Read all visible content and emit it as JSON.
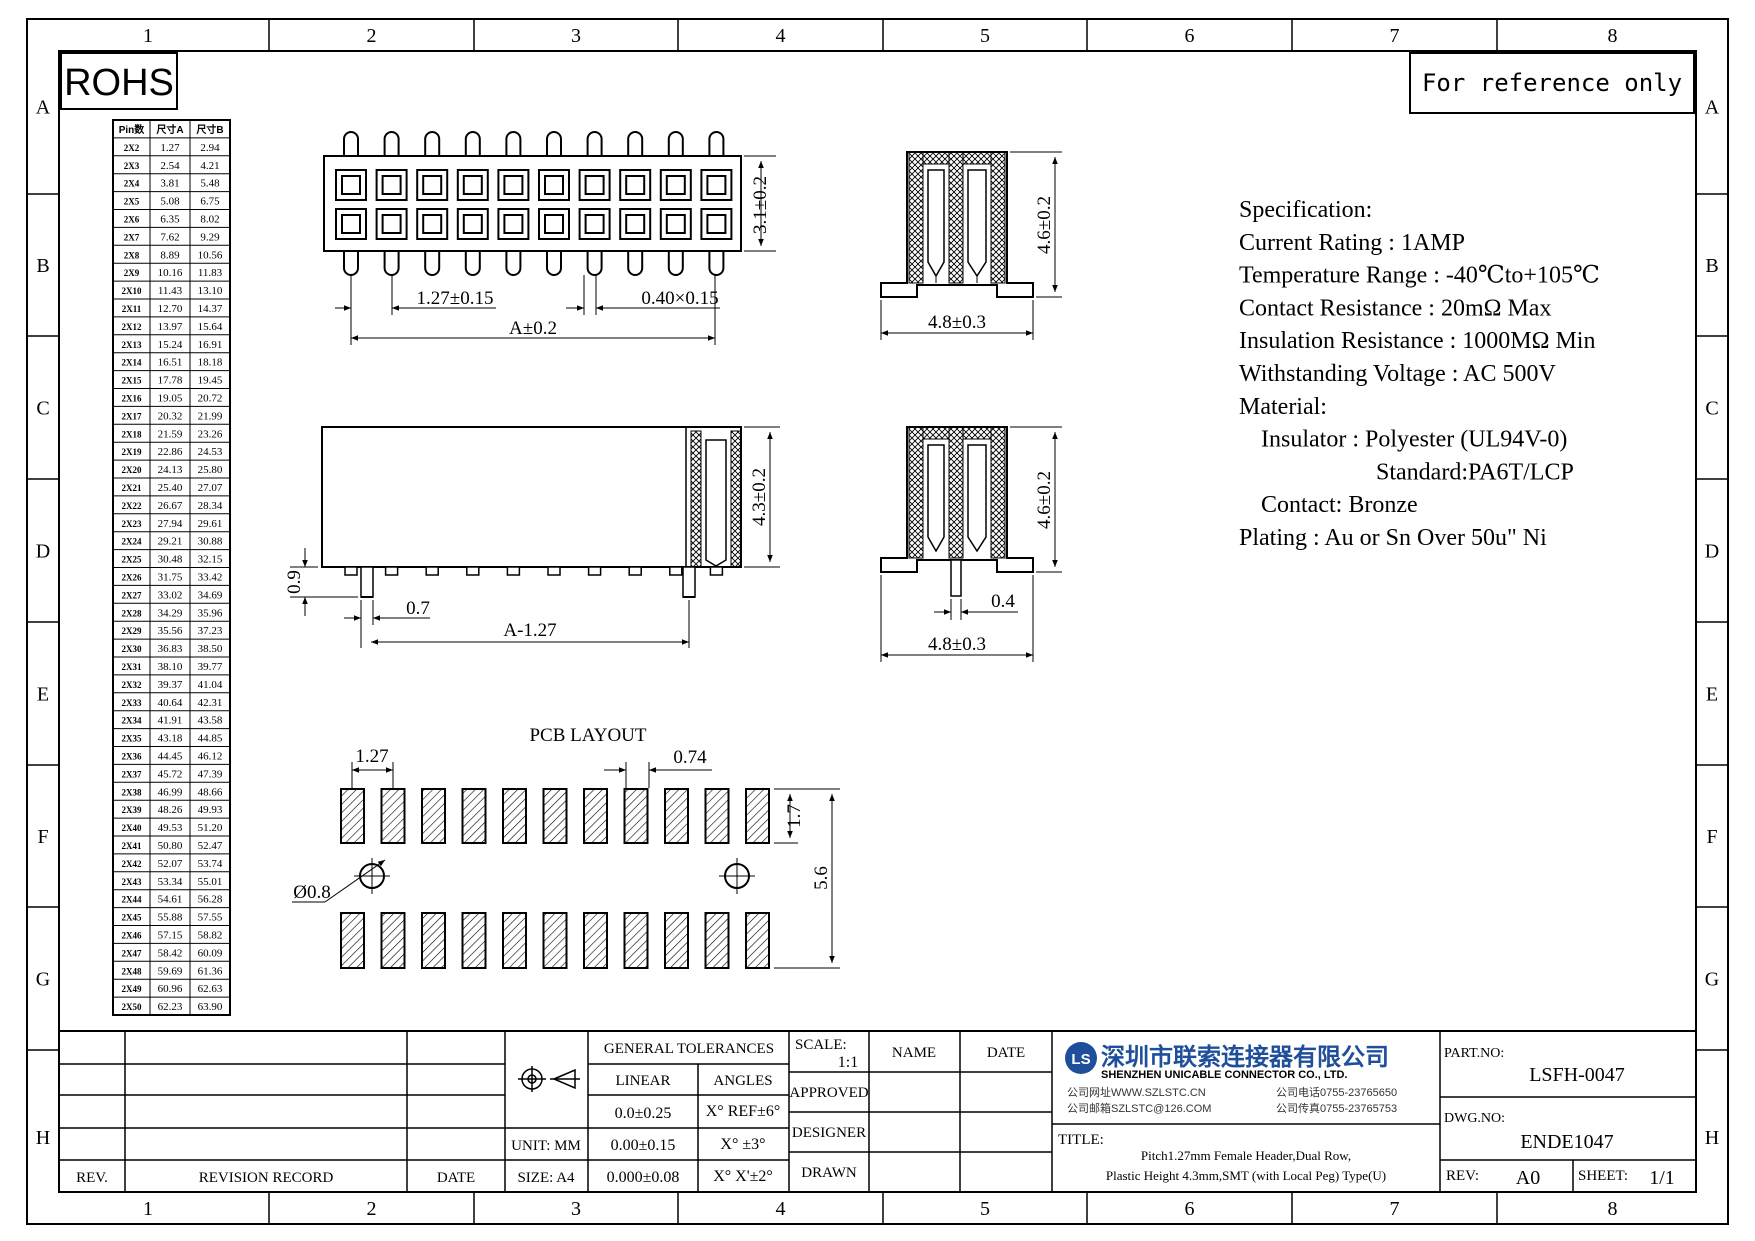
{
  "border": {
    "columns": [
      "1",
      "2",
      "3",
      "4",
      "5",
      "6",
      "7",
      "8"
    ],
    "rows": [
      "A",
      "B",
      "C",
      "D",
      "E",
      "F",
      "G",
      "H"
    ]
  },
  "rohs_label": "ROHS",
  "reference_label": "For reference only",
  "dim_table": {
    "headers": [
      "Pin数",
      "尺寸A",
      "尺寸B"
    ],
    "rows": [
      [
        "2X2",
        "1.27",
        "2.94"
      ],
      [
        "2X3",
        "2.54",
        "4.21"
      ],
      [
        "2X4",
        "3.81",
        "5.48"
      ],
      [
        "2X5",
        "5.08",
        "6.75"
      ],
      [
        "2X6",
        "6.35",
        "8.02"
      ],
      [
        "2X7",
        "7.62",
        "9.29"
      ],
      [
        "2X8",
        "8.89",
        "10.56"
      ],
      [
        "2X9",
        "10.16",
        "11.83"
      ],
      [
        "2X10",
        "11.43",
        "13.10"
      ],
      [
        "2X11",
        "12.70",
        "14.37"
      ],
      [
        "2X12",
        "13.97",
        "15.64"
      ],
      [
        "2X13",
        "15.24",
        "16.91"
      ],
      [
        "2X14",
        "16.51",
        "18.18"
      ],
      [
        "2X15",
        "17.78",
        "19.45"
      ],
      [
        "2X16",
        "19.05",
        "20.72"
      ],
      [
        "2X17",
        "20.32",
        "21.99"
      ],
      [
        "2X18",
        "21.59",
        "23.26"
      ],
      [
        "2X19",
        "22.86",
        "24.53"
      ],
      [
        "2X20",
        "24.13",
        "25.80"
      ],
      [
        "2X21",
        "25.40",
        "27.07"
      ],
      [
        "2X22",
        "26.67",
        "28.34"
      ],
      [
        "2X23",
        "27.94",
        "29.61"
      ],
      [
        "2X24",
        "29.21",
        "30.88"
      ],
      [
        "2X25",
        "30.48",
        "32.15"
      ],
      [
        "2X26",
        "31.75",
        "33.42"
      ],
      [
        "2X27",
        "33.02",
        "34.69"
      ],
      [
        "2X28",
        "34.29",
        "35.96"
      ],
      [
        "2X29",
        "35.56",
        "37.23"
      ],
      [
        "2X30",
        "36.83",
        "38.50"
      ],
      [
        "2X31",
        "38.10",
        "39.77"
      ],
      [
        "2X32",
        "39.37",
        "41.04"
      ],
      [
        "2X33",
        "40.64",
        "42.31"
      ],
      [
        "2X34",
        "41.91",
        "43.58"
      ],
      [
        "2X35",
        "43.18",
        "44.85"
      ],
      [
        "2X36",
        "44.45",
        "46.12"
      ],
      [
        "2X37",
        "45.72",
        "47.39"
      ],
      [
        "2X38",
        "46.99",
        "48.66"
      ],
      [
        "2X39",
        "48.26",
        "49.93"
      ],
      [
        "2X40",
        "49.53",
        "51.20"
      ],
      [
        "2X41",
        "50.80",
        "52.47"
      ],
      [
        "2X42",
        "52.07",
        "53.74"
      ],
      [
        "2X43",
        "53.34",
        "55.01"
      ],
      [
        "2X44",
        "54.61",
        "56.28"
      ],
      [
        "2X45",
        "55.88",
        "57.55"
      ],
      [
        "2X46",
        "57.15",
        "58.82"
      ],
      [
        "2X47",
        "58.42",
        "60.09"
      ],
      [
        "2X48",
        "59.69",
        "61.36"
      ],
      [
        "2X49",
        "60.96",
        "62.63"
      ],
      [
        "2X50",
        "62.23",
        "63.90"
      ]
    ]
  },
  "dims": {
    "pitch": "1.27±0.15",
    "pin_size": "0.40×0.15",
    "length_a": "A±0.2",
    "top_height": "3.1±0.2",
    "side_height": "4.6±0.2",
    "side_width": "4.8±0.3",
    "front_height": "4.3±0.2",
    "standoff": "0.9",
    "peg_offset": "0.7",
    "peg_span": "A-1.27",
    "side2_height": "4.6±0.2",
    "side2_peg": "0.4",
    "side2_width": "4.8±0.3"
  },
  "pcb": {
    "title": "PCB LAYOUT",
    "pitch": "1.27",
    "pad_width": "0.74",
    "pad_height": "1.7",
    "row_span": "5.6",
    "hole": "Ø0.8"
  },
  "specs": [
    "Specification:",
    "Current Rating : 1AMP",
    "Temperature Range : -40℃to+105℃",
    "Contact Resistance : 20mΩ Max",
    "Insulation Resistance : 1000MΩ Min",
    "Withstanding Voltage : AC 500V",
    "Material:",
    "Insulator : Polyester (UL94V-0)",
    "Standard:PA6T/LCP",
    "Contact: Bronze",
    "Plating : Au or Sn Over 50u\" Ni"
  ],
  "title_block": {
    "rev_label": "REV.",
    "revision_record_label": "REVISION RECORD",
    "date_label": "DATE",
    "unit_label": "UNIT: MM",
    "size_label": "SIZE: A4",
    "general_tolerances": "GENERAL TOLERANCES",
    "linear": "LINEAR",
    "angles": "ANGLES",
    "tol_linear": [
      "0.0±0.25",
      "0.00±0.15",
      "0.000±0.08"
    ],
    "tol_angles": [
      "X° REF±6°",
      "X° ±3°",
      "X° X'±2°"
    ],
    "scale_label": "SCALE:",
    "scale_value": "1:1",
    "approved": "APPROVED",
    "designer": "DESIGNER",
    "drawn": "DRAWN",
    "name_label": "NAME",
    "date_col_label": "DATE",
    "company_cn": "深圳市联索连接器有限公司",
    "company_en": "SHENZHEN UNICABLE CONNECTOR CO., LTD.",
    "website": "公司网址WWW.SZLSTC.CN",
    "email": "公司邮箱SZLSTC@126.COM",
    "phone": "公司电话0755-23765650",
    "fax": "公司传真0755-23765753",
    "title_label": "TITLE:",
    "title_line1": "Pitch1.27mm Female Header,Dual Row,",
    "title_line2": "Plastic Height 4.3mm,SMT (with Local Peg) Type(U)",
    "part_no_label": "PART.NO:",
    "part_no": "LSFH-0047",
    "dwg_no_label": "DWG.NO:",
    "dwg_no": "ENDE1047",
    "rev_value_label": "REV:",
    "rev_value": "A0",
    "sheet_label": "SHEET:",
    "sheet_value": "1/1",
    "logo_letters": "LS"
  }
}
